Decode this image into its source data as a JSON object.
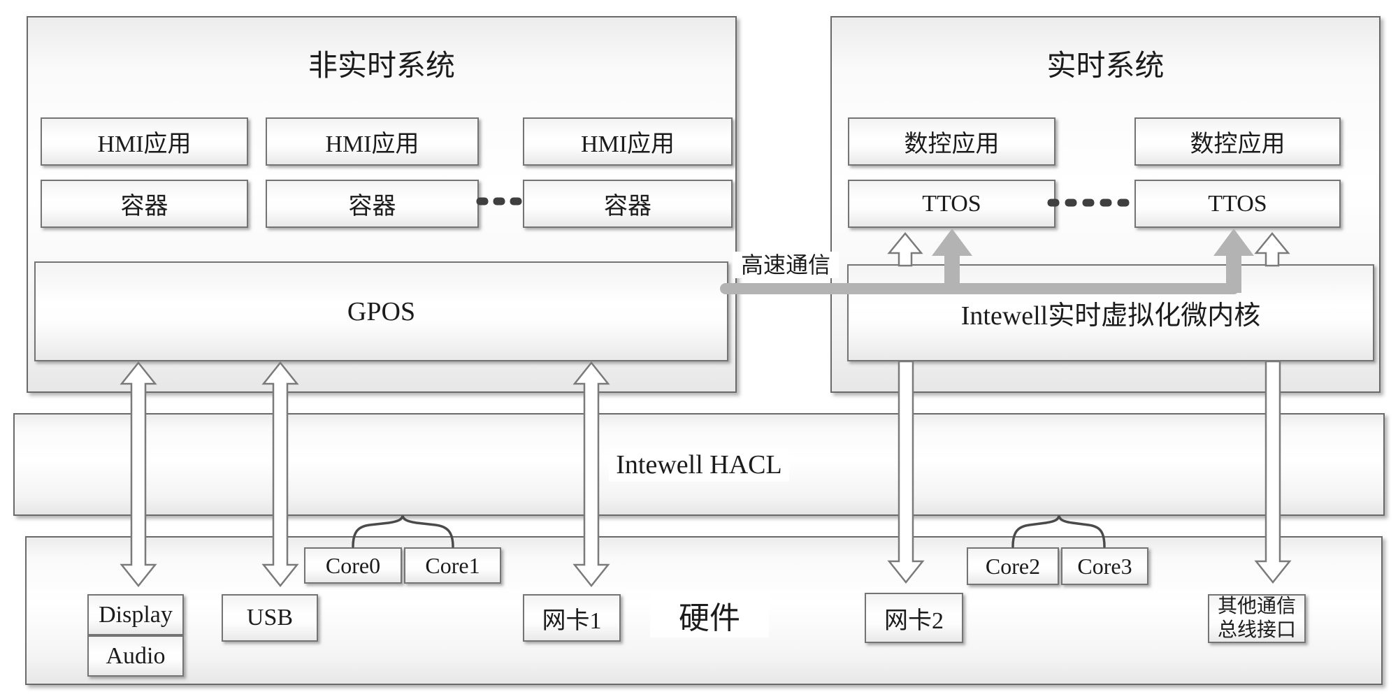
{
  "left_system": {
    "title": "非实时系统",
    "hmi_apps": [
      "HMI应用",
      "HMI应用",
      "HMI应用"
    ],
    "containers": [
      "容器",
      "容器",
      "容器"
    ],
    "os_label": "GPOS"
  },
  "right_system": {
    "title": "实时系统",
    "cnc_apps": [
      "数控应用",
      "数控应用"
    ],
    "rtos_list": [
      "TTOS",
      "TTOS"
    ],
    "kernel_label": "Intewell实时虚拟化微内核"
  },
  "comm": {
    "label": "高速通信"
  },
  "hacl": {
    "label": "Intewell HACL"
  },
  "hardware": {
    "label": "硬件",
    "display": "Display",
    "audio": "Audio",
    "usb": "USB",
    "core0": "Core0",
    "core1": "Core1",
    "nic1": "网卡1",
    "nic2": "网卡2",
    "core2": "Core2",
    "core3": "Core3",
    "other_bus_line1": "其他通信",
    "other_bus_line2": "总线接口"
  },
  "colors": {
    "comm_gray": "#b3b3b3",
    "dot": "#3f3f3f",
    "box_border": "#6f6f6f",
    "arrow_outline": "#7a7a7a"
  }
}
